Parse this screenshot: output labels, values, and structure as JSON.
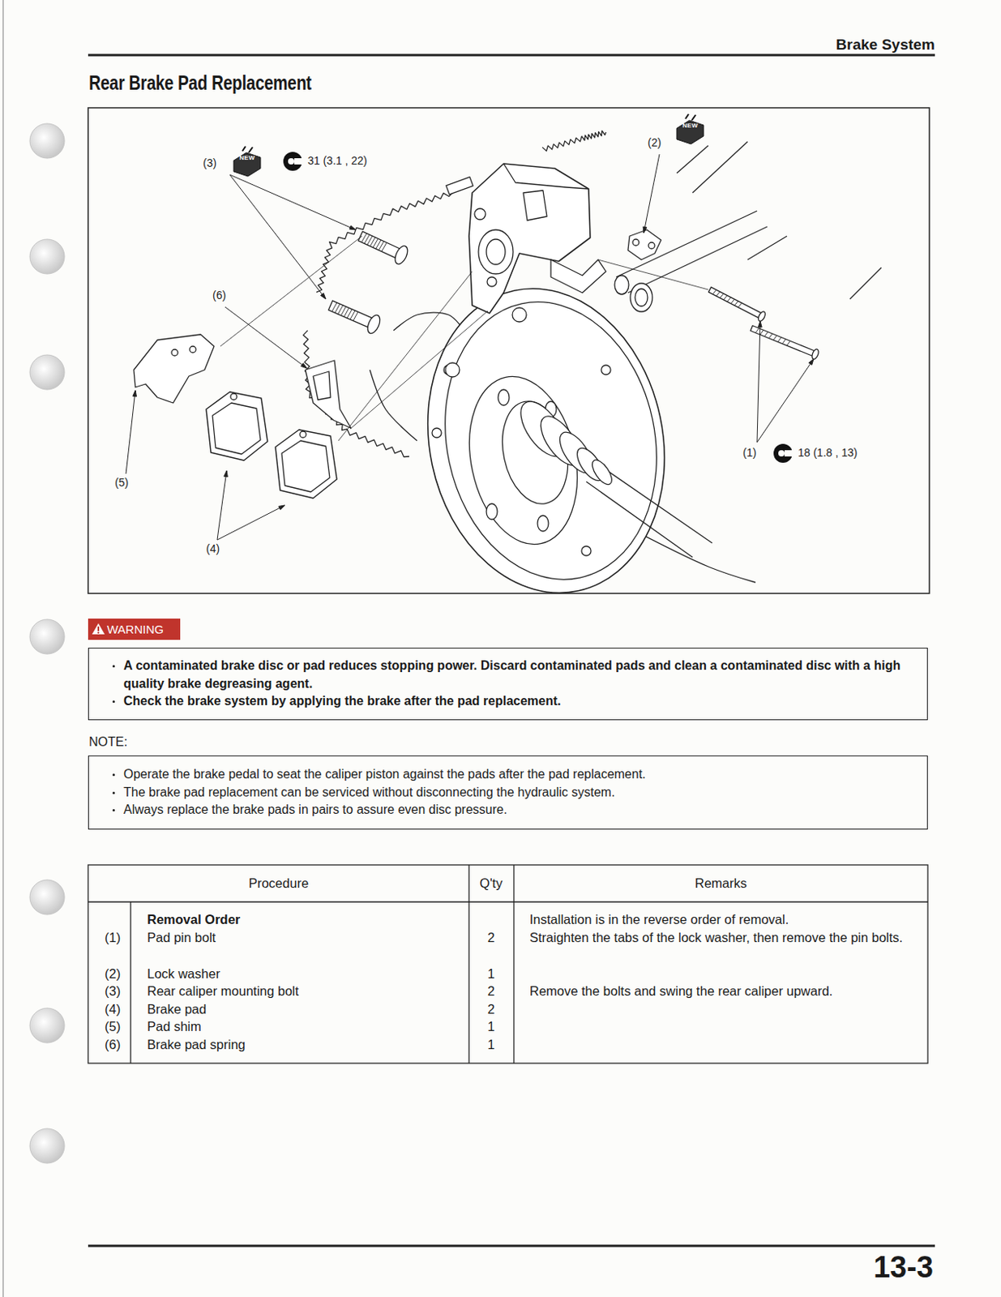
{
  "diagram": {
    "title": "Rear Brake Pad Replacement",
    "nodes": [
      {
        "text": [
          "WARNING"
        ]
      },
      {
        "text": [
          "A contaminated brake disc or pad reduces stopping power. Discard contaminated pads and clean a contaminated disc with a high quality brake degreasing agent.",
          "Check the brake system by applying the brake after the pad replacement."
        ]
      },
      {
        "text": [
          "Operate the brake pedal to seat the caliper piston against the pads after the pad replacement.",
          "The brake pad replacement can be serviced without disconnecting the hydraulic system.",
          "Always replace the brake pads in pairs to assure even disc pressure."
        ]
      }
    ],
    "labels": [
      "Brake System",
      "(3)",
      "NEW",
      "31 (3.1 , 22)",
      "(2)",
      "NEW",
      "(6)",
      "(1)",
      "18 (1.8 , 13)",
      "(5)",
      "(4)",
      "NOTE:",
      "Procedure",
      "Q'ty",
      "Remarks",
      "Removal Order",
      "Installation is in the reverse order of removal.",
      "(1)",
      "Pad pin bolt",
      "2",
      "Straighten the tabs of the lock washer, then remove the pin bolts.",
      "(2)",
      "Lock washer",
      "1",
      "(3)",
      "Rear caliper mounting bolt",
      "2",
      "Remove the bolts and swing the rear caliper upward.",
      "(4)",
      "Brake pad",
      "2",
      "(5)",
      "Pad shim",
      "1",
      "(6)",
      "Brake pad spring",
      "1",
      "13-3"
    ]
  }
}
